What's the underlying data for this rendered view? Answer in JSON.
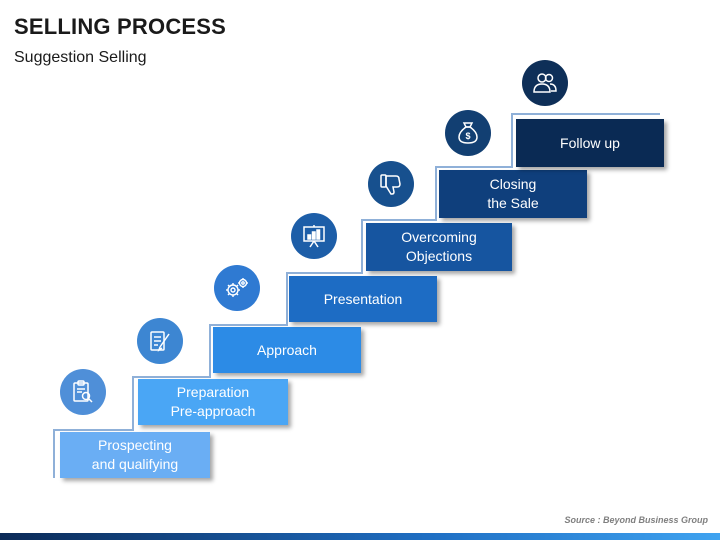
{
  "title": "SELLING PROCESS",
  "subtitle": "Suggestion Selling",
  "steps": [
    {
      "label": "Prospecting\nand qualifying",
      "color": "#6aaef4",
      "icon": "clipboard-search-icon",
      "icon_color": "#4f8fd8"
    },
    {
      "label": "Preparation\nPre-approach",
      "color": "#4aa6f5",
      "icon": "checklist-pen-icon",
      "icon_color": "#3d86d2"
    },
    {
      "label": "Approach",
      "color": "#2c8be6",
      "icon": "gears-icon",
      "icon_color": "#2f7ad2"
    },
    {
      "label": "Presentation",
      "color": "#1d6cc4",
      "icon": "presentation-board-icon",
      "icon_color": "#1d5ea8"
    },
    {
      "label": "Overcoming\nObjections",
      "color": "#1655a0",
      "icon": "thumbs-down-icon",
      "icon_color": "#17508e"
    },
    {
      "label": "Closing\nthe Sale",
      "color": "#0f3f7c",
      "icon": "money-bag-icon",
      "icon_color": "#123f72"
    },
    {
      "label": "Follow up",
      "color": "#0a2a54",
      "icon": "users-icon",
      "icon_color": "#0e2f58"
    }
  ],
  "source": "Source : Beyond Business Group",
  "colors": {
    "connector": "#8fb0d8",
    "bottom_bar_start": "#0b2a57",
    "bottom_bar_end": "#3fa3f0"
  }
}
